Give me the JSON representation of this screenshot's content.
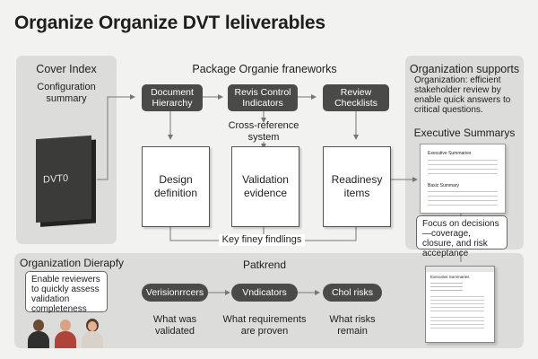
{
  "title": "Organize Organize DVT leliverables",
  "left_panel": {
    "heading": "Cover Index",
    "subheading": "Configuration summary",
    "book_label": "DVT0"
  },
  "center_panel": {
    "heading": "Package Organie franeworks",
    "top_buttons": [
      "Document Hierarchy",
      "Revis Control Indicators",
      "Review Checklists"
    ],
    "cross_ref": "Cross-reference system",
    "cards": [
      "Design definition",
      "Validation evidence",
      "Readinesy items"
    ],
    "findings": "Key finey findlings"
  },
  "right_panel": {
    "heading": "Organization supports",
    "text": "Organization: efficient stakeholder review by enable quick answers to critical questions.",
    "exec_title": "Executive Summarys",
    "doc_header1": "Executive Summaries",
    "doc_header2": "Basic Summary",
    "focus_text": "Focus on decisions—coverage, closure, and risk acceptance",
    "small_doc_title": "Executive Summaries"
  },
  "bottom_panel": {
    "heading": "Organization Dierapfy",
    "patkrend": "Patkrend",
    "callout": "Enable reviewers to quickly assess validation completeness",
    "pills": [
      "Verisionrrcers",
      "Vndicators",
      "Chol risks"
    ],
    "captions": [
      "What was validated",
      "What requirements are proven",
      "What risks remain"
    ]
  },
  "colors": {
    "background": "#f2f2f0",
    "panel": "#dcdcda",
    "dark": "#4a4a48"
  }
}
